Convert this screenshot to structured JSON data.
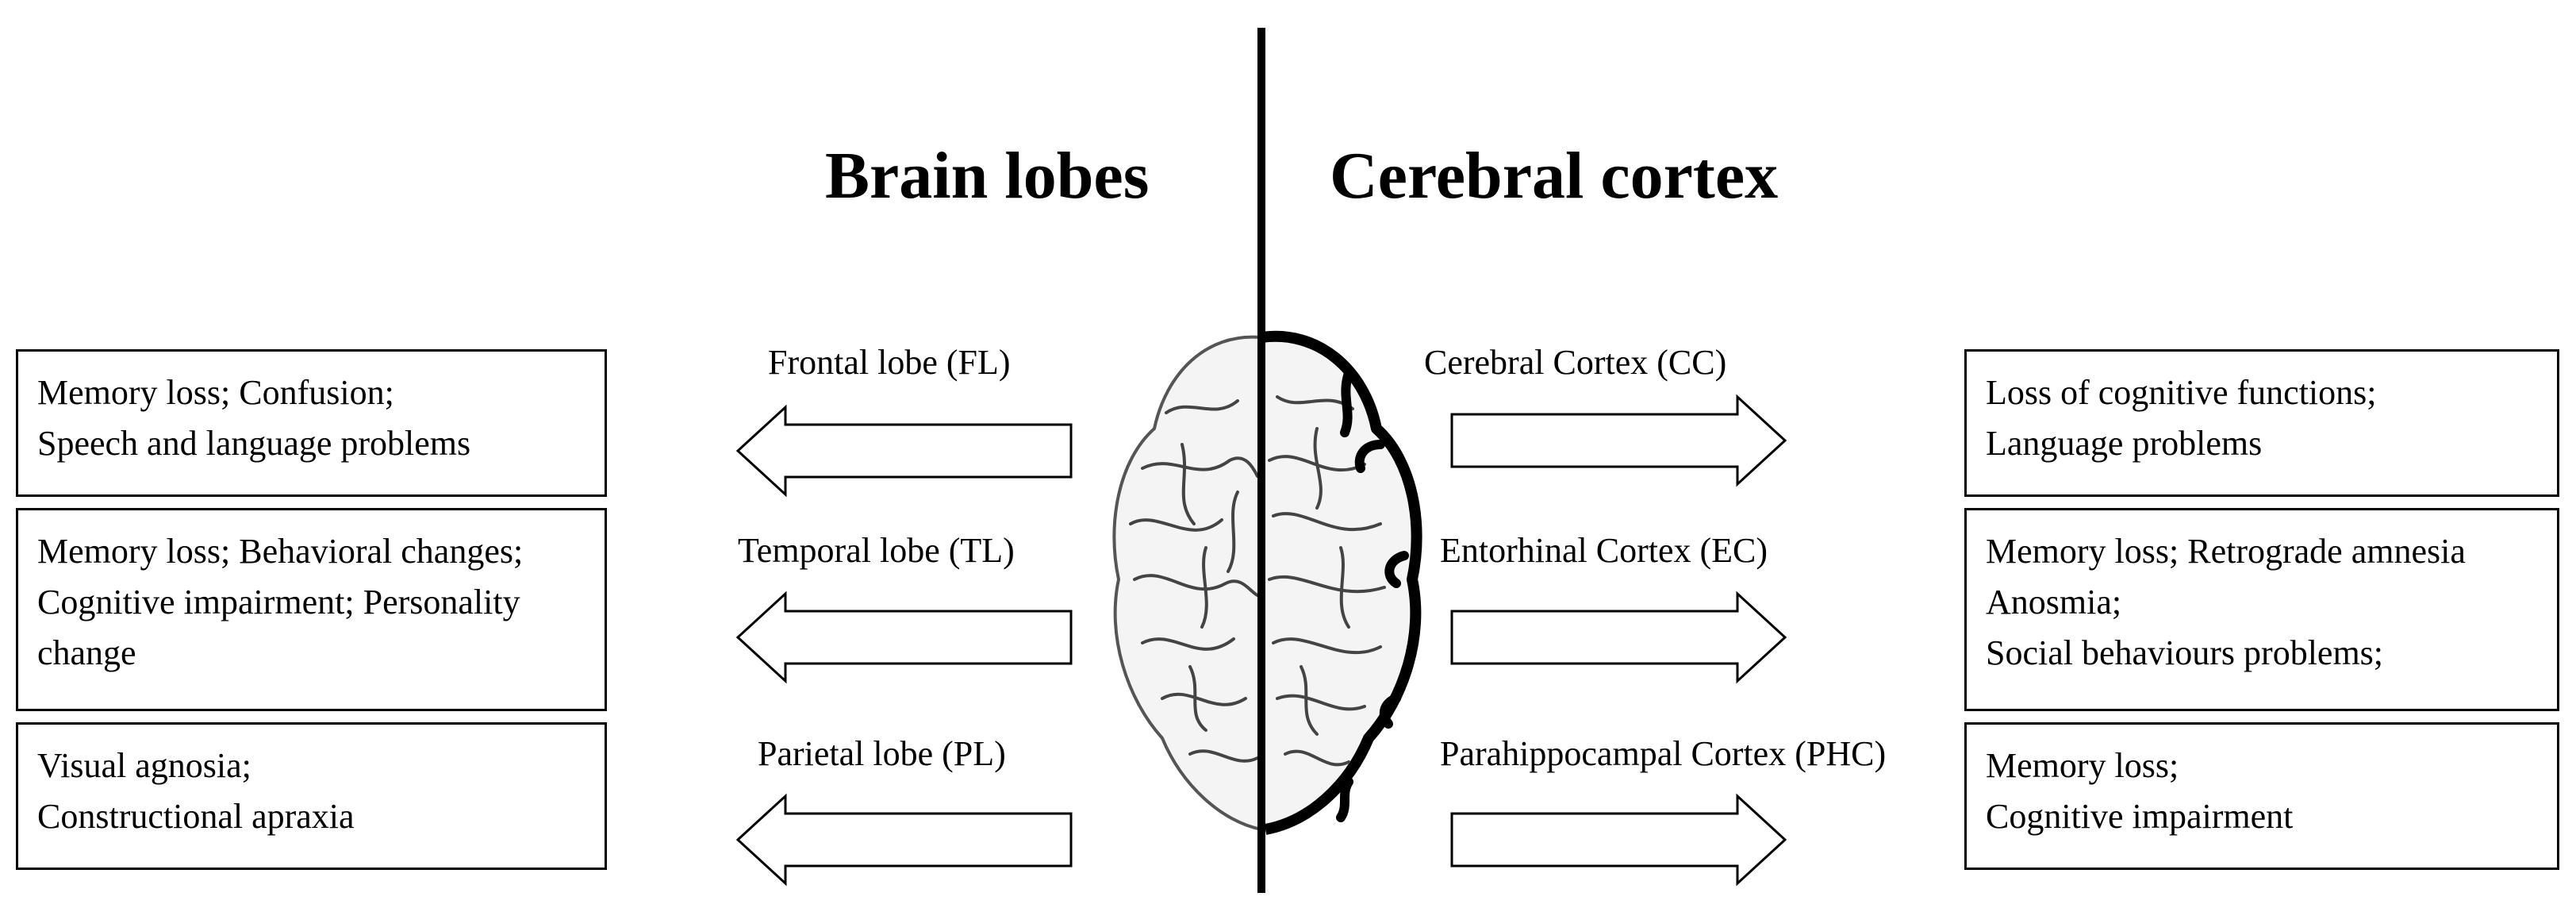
{
  "headings": {
    "left": "Brain lobes",
    "right": "Cerebral cortex"
  },
  "left_labels": [
    "Frontal lobe (FL)",
    "Temporal lobe (TL)",
    "Parietal lobe (PL)"
  ],
  "right_labels": [
    "Cerebral Cortex (CC)",
    "Entorhinal  Cortex (EC)",
    "Parahippocampal  Cortex (PHC)"
  ],
  "left_boxes": [
    {
      "lines": [
        "Memory loss;  Confusion;",
        "Speech and language  problems"
      ]
    },
    {
      "lines": [
        "Memory loss; Behavioral changes;",
        "Cognitive  impairment;  Personality",
        "change"
      ]
    },
    {
      "lines": [
        "Visual  agnosia;",
        "Constructional  apraxia"
      ]
    }
  ],
  "right_boxes": [
    {
      "lines": [
        "Loss of cognitive  functions;",
        "Language  problems"
      ]
    },
    {
      "lines": [
        "Memory loss; Retrograde  amnesia",
        "Anosmia;",
        "Social behaviours  problems;"
      ]
    },
    {
      "lines": [
        "Memory loss;",
        "Cognitive  impairment"
      ]
    }
  ],
  "icons": {
    "left_arrow": "arrow-left-outline-icon",
    "right_arrow": "arrow-right-outline-icon",
    "brain": "brain-illustration-icon"
  }
}
